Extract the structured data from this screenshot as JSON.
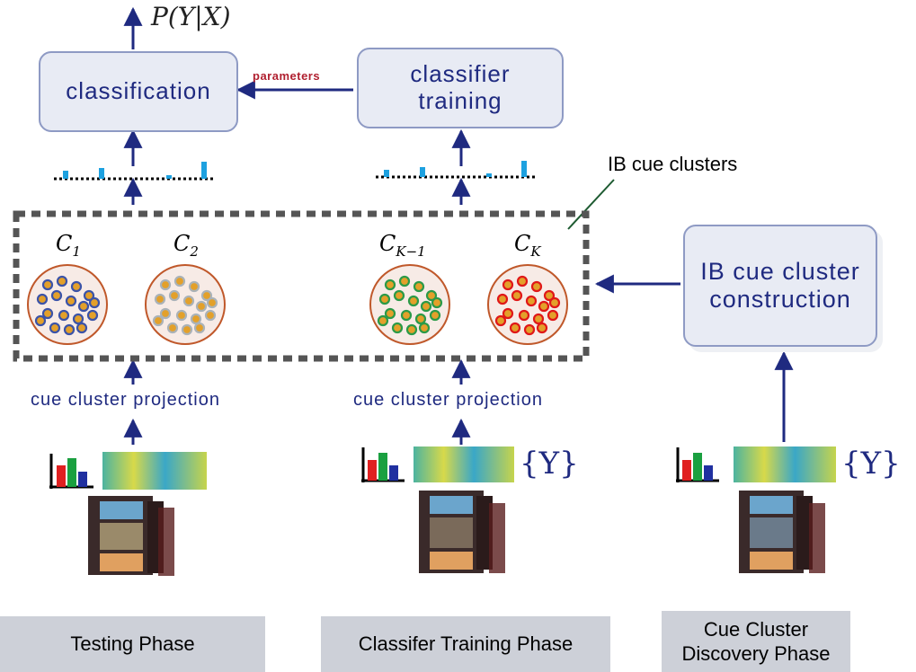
{
  "output_label": "P(Y|X)",
  "boxes": {
    "classification": "classification",
    "training": "classifier training",
    "construction": "IB cue cluster construction"
  },
  "parameters_label": "parameters",
  "ib_label": "IB cue clusters",
  "clusters": [
    {
      "base": "C",
      "sub": "1"
    },
    {
      "base": "C",
      "sub": "2"
    },
    {
      "base": "C",
      "sub": "K−1"
    },
    {
      "base": "C",
      "sub": "K"
    }
  ],
  "projection_label": "cue cluster projection",
  "y_set": "{Y}",
  "phases": {
    "testing": "Testing Phase",
    "training": "Classifer Training Phase",
    "discovery": "Cue Cluster Discovery Phase"
  },
  "colors": {
    "arrow": "#1f2a80",
    "box_fill": "#e8ebf4",
    "box_border": "#8e9ac4",
    "parameters": "#b02030",
    "phase_fill": "#cdd0d8",
    "bar": "#1da1e0",
    "cluster1_dot": "#3b53a8",
    "cluster2_dot": "#aab2b8",
    "clusterK1_dot": "#2b9a48",
    "clusterK_dot": "#e01818"
  }
}
